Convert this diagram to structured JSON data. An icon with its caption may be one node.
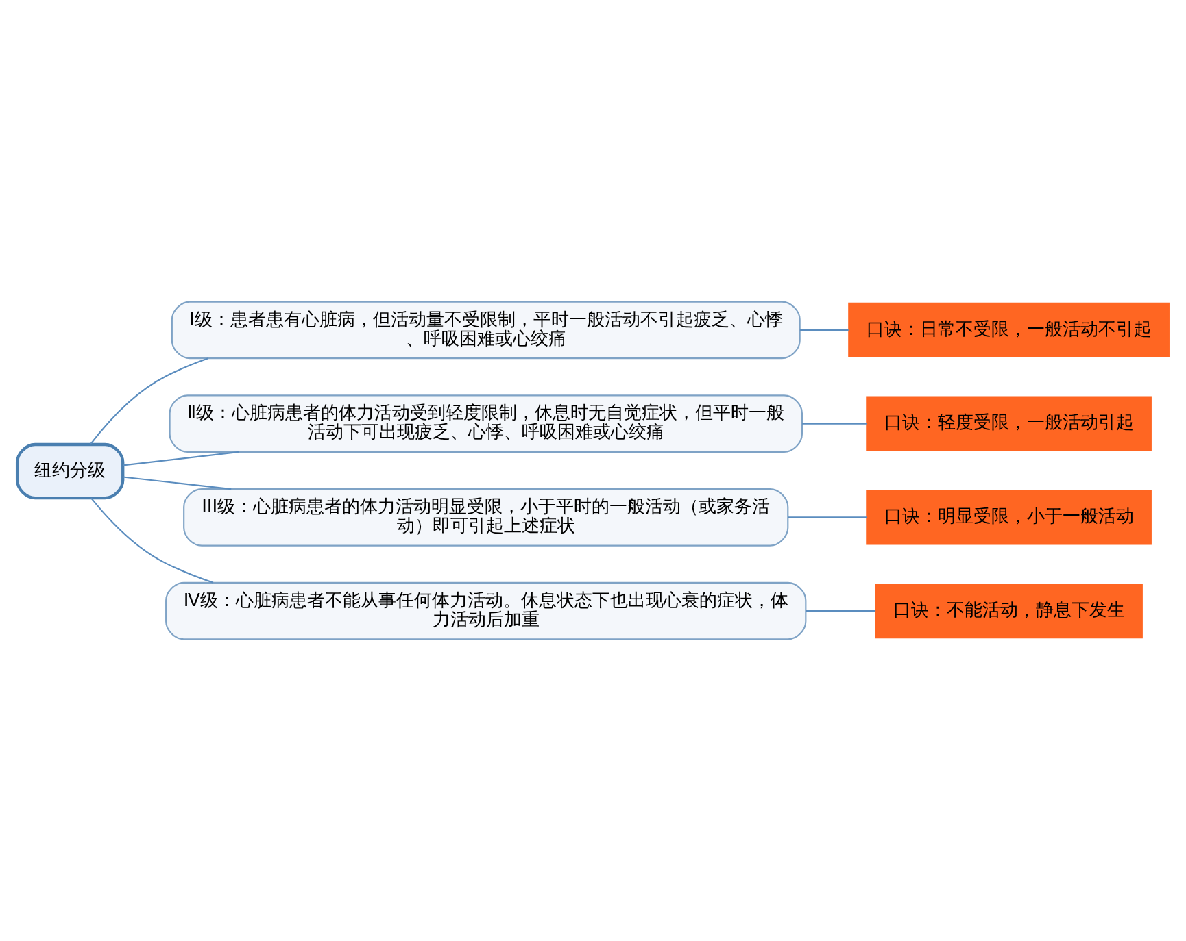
{
  "diagram": {
    "nodes": [
      {
        "text": [
          "纽约分级"
        ]
      },
      {
        "text": [
          "Ⅰ级：患者患有心脏病，但活动量不受限制，平时一般活动不引起疲乏、心悸、呼吸困难或心绞痛"
        ]
      },
      {
        "text": [
          "口诀：日常不受限，一般活动不引起"
        ]
      },
      {
        "text": [
          "Ⅱ级：心脏病患者的体力活动受到轻度限制，休息时无自觉症状，但平时一般活动下可出现疲乏、心悸、呼吸困难或心绞痛"
        ]
      },
      {
        "text": [
          "口诀：轻度受限，一般活动引起"
        ]
      },
      {
        "text": [
          "III级：心脏病患者的体力活动明显受限，小于平时的一般活动（或家务活动）即可引起上述症状"
        ]
      },
      {
        "text": [
          "口诀：明显受限，小于一般活动"
        ]
      },
      {
        "text": [
          "Ⅳ级：心脏病患者不能从事任何体力活动。休息状态下也出现心衰的症状，体力活动后加重"
        ]
      },
      {
        "text": [
          "口诀：不能活动，静息下发生"
        ]
      }
    ],
    "edges": [
      {
        "from": 0,
        "to": 1,
        "arrow": "none"
      },
      {
        "from": 1,
        "to": 2,
        "arrow": "none"
      },
      {
        "from": 0,
        "to": 3,
        "arrow": "none"
      },
      {
        "from": 3,
        "to": 4,
        "arrow": "none"
      },
      {
        "from": 0,
        "to": 5,
        "arrow": "none"
      },
      {
        "from": 5,
        "to": 6,
        "arrow": "none"
      },
      {
        "from": 0,
        "to": 7,
        "arrow": "none"
      },
      {
        "from": 7,
        "to": 8,
        "arrow": "none"
      }
    ]
  }
}
